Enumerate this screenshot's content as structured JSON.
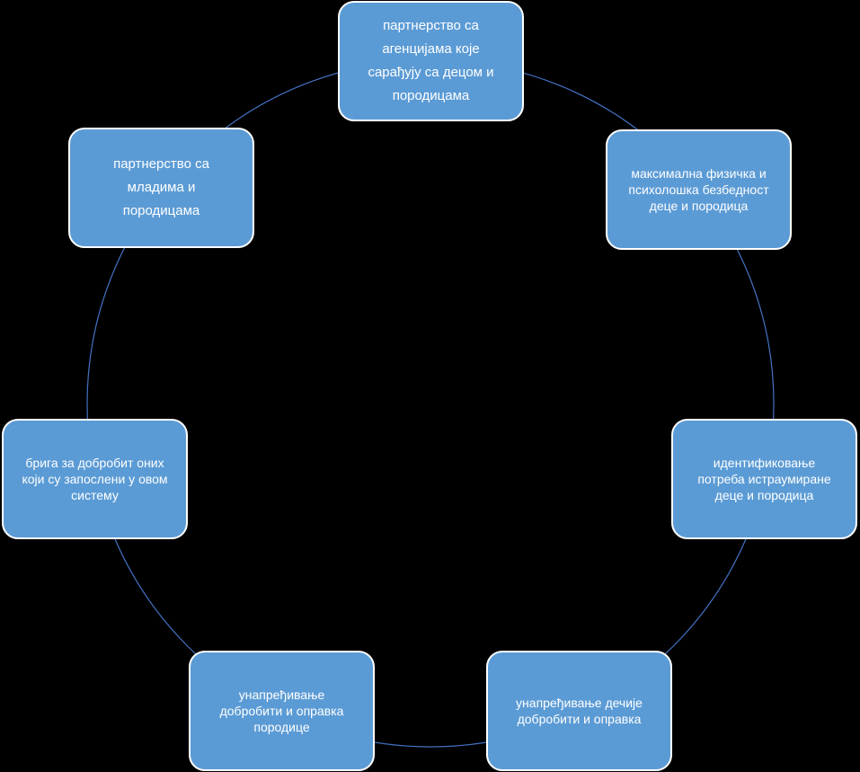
{
  "diagram": {
    "type": "cycle",
    "colors": {
      "background": "#000000",
      "node_fill": "#5b9bd5",
      "node_border": "#ffffff",
      "ring_stroke": "#4472c4",
      "text": "#ffffff"
    },
    "nodes": [
      {
        "id": "n1",
        "label": "партнерство са\nагенцијама   које\nсарађују са децом и\nпородицама"
      },
      {
        "id": "n2",
        "label": "максимална физичка и\nпсихолошка безбедност\nдеце  и породица"
      },
      {
        "id": "n3",
        "label": "идентификовање\nпотреба истраумиране\nдеце  и породица"
      },
      {
        "id": "n4",
        "label": "унапређивање дечије\nдобробити и оправка"
      },
      {
        "id": "n5",
        "label": "унапређивање\nдобробити и оправка\nпородице"
      },
      {
        "id": "n6",
        "label": "брига за добробит оних\nкоји су запослени у овом\nсистему"
      },
      {
        "id": "n7",
        "label": "партнерство са\nмладима и\nпородицама"
      }
    ]
  }
}
